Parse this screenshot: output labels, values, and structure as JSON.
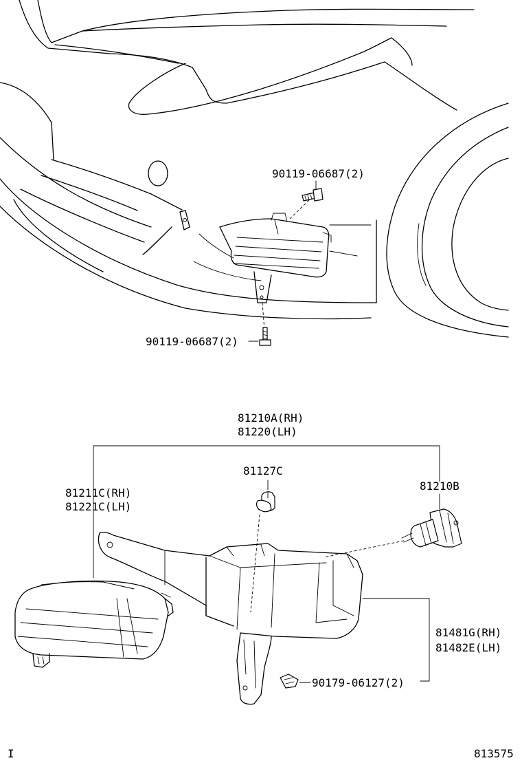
{
  "top_view": {
    "bolt_upper_label": "90119-06687(2)",
    "bolt_lower_label": "90119-06687(2)"
  },
  "exploded_view": {
    "fog_lamp_assy_rh": "81210A(RH)",
    "fog_lamp_assy_lh": "81220(LH)",
    "socket_label": "81127C",
    "bulb_label": "81210B",
    "unit_rh": "81211C(RH)",
    "unit_lh": "81221C(LH)",
    "cover_rh": "81481G(RH)",
    "cover_lh": "81482E(LH)",
    "clip_label": "90179-06127(2)"
  },
  "footer": {
    "left_mark": "I",
    "illustration_number": "813575"
  }
}
